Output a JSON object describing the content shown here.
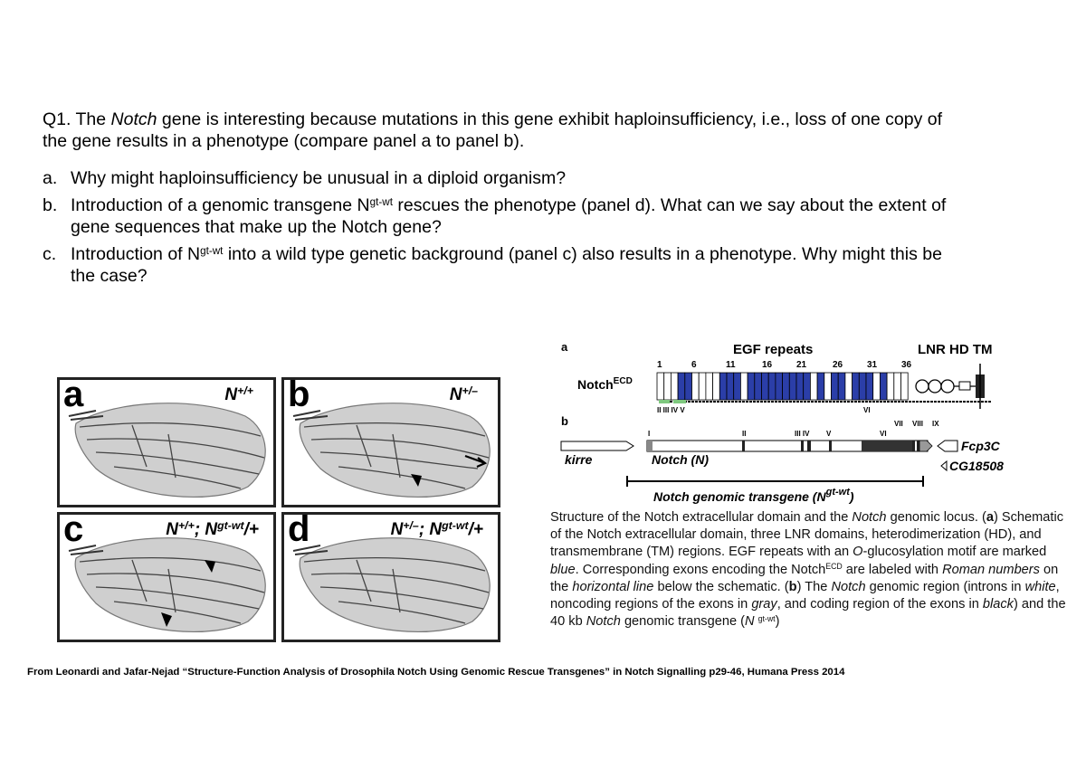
{
  "question": {
    "intro_prefix": "Q1. The ",
    "intro_gene": "Notch",
    "intro_suffix": " gene is interesting because mutations in this gene exhibit haploinsufficiency, i.e., loss of one copy of the gene results in a phenotype (compare panel a to panel b).",
    "items": [
      {
        "marker": "a.",
        "text": "Why might haploinsufficiency be unusual in a diploid organism?"
      },
      {
        "marker": "b.",
        "pre": "Introduction of a genomic transgene N",
        "sup": "gt-wt",
        "post": " rescues the phenotype (panel d). What can we say about the extent of gene sequences that make up the Notch gene?"
      },
      {
        "marker": "c.",
        "pre": "Introduction of N",
        "sup": "gt-wt",
        "post": " into a wild type genetic background (panel c) also results in a phenotype. Why might this be the case?"
      }
    ]
  },
  "wing_panels": [
    {
      "label": "a",
      "genotype_base": "N",
      "genotype_sup": "+/+",
      "genotype_mid": "",
      "genotype_sup2": "",
      "genotype_end": ""
    },
    {
      "label": "b",
      "genotype_base": "N",
      "genotype_sup": "+/–",
      "genotype_mid": "",
      "genotype_sup2": "",
      "genotype_end": ""
    },
    {
      "label": "c",
      "genotype_base": "N",
      "genotype_sup": "+/+",
      "genotype_mid": "; N",
      "genotype_sup2": "gt-wt",
      "genotype_end": "/+"
    },
    {
      "label": "d",
      "genotype_base": "N",
      "genotype_sup": "+/–",
      "genotype_mid": "; N",
      "genotype_sup2": "gt-wt",
      "genotype_end": "/+"
    }
  ],
  "diagram": {
    "panel_a_label": "a",
    "panel_b_label": "b",
    "egf_title": "EGF repeats",
    "domain_title": "LNR HD TM",
    "egf_numbers": [
      "1",
      "6",
      "11",
      "16",
      "21",
      "26",
      "31",
      "36"
    ],
    "notch_label": "Notch",
    "notch_sup": "ECD",
    "exon_labels_a": [
      "II III IV V",
      "VI"
    ],
    "exon_labels_b": [
      "I",
      "II",
      "III IV",
      "V",
      "VI",
      "VII",
      "VIII",
      "IX"
    ],
    "kirre_label": "kirre",
    "notch_n_label": "Notch (N)",
    "fcp3c_label": "Fcp3C",
    "cg18508_label": "CG18508",
    "transgene_label": "Notch genomic transgene (N",
    "transgene_sup": "gt-wt",
    "transgene_end": ")",
    "colors": {
      "egf_blue": "#2b3ea8",
      "exon_green": "#7fc97f",
      "exon_gray": "#9a9a9a",
      "coding_black": "#222222"
    }
  },
  "caption": {
    "s1": "Structure of the Notch extracellular domain and the ",
    "s1i": "Notch",
    "s1b": " genomic locus. (",
    "a": "a",
    "s2": ") Schematic of the Notch extracellular domain, three LNR domains, heterodimerization (HD), and transmembrane (TM) regions. EGF repeats with an ",
    "s2i": "O",
    "s3": "-glucosylation motif are marked ",
    "blue": "blue",
    "s4": ". Corresponding exons encoding the Notch",
    "ecd": "ECD",
    "s5": " are labeled with ",
    "roman": "Roman numbers",
    "s6": " on the ",
    "horiz": "horizontal line",
    "s7": " below the schematic. (",
    "b": "b",
    "s8": ") The ",
    "notch": "Notch",
    "s9": " genomic region (introns in ",
    "white": "white",
    "s10": ", noncoding regions of the exons in ",
    "gray": "gray",
    "s11": ", and coding region of the exons in ",
    "black": "black",
    "s12": ") and the 40 kb ",
    "notch2": "Notch",
    "s13": " genomic transgene (",
    "n": "N",
    "gtwt": "gt-wt",
    "s14": ")"
  },
  "source": "From Leonardi and Jafar-Nejad “Structure-Function Analysis of Drosophila Notch Using Genomic Rescue Transgenes” in Notch Signalling p29-46, Humana Press 2014"
}
